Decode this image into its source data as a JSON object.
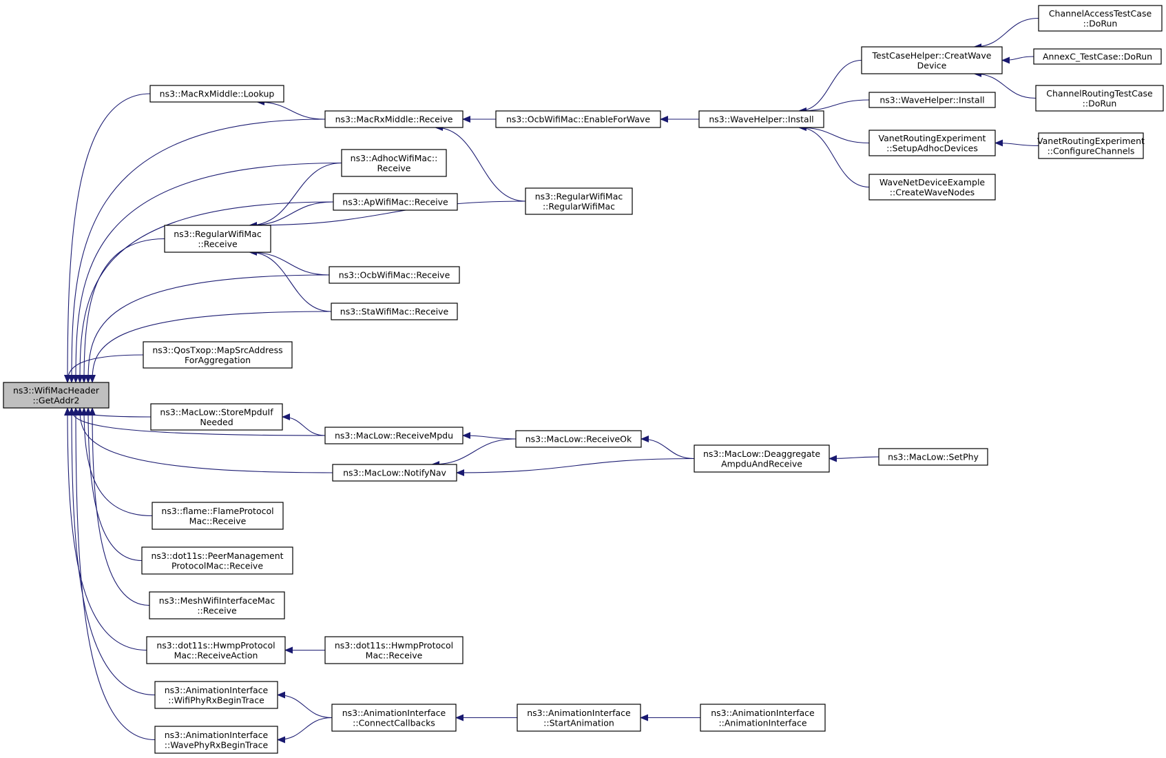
{
  "colors": {
    "edge": "#191970",
    "root_fill": "#bfbfbf",
    "node_fill": "#ffffff",
    "node_border": "#000000"
  },
  "nodes": {
    "root": [
      "ns3::WifiMacHeader",
      "::GetAddr2"
    ],
    "lookup": [
      "ns3::MacRxMiddle::Lookup"
    ],
    "rxm_receive": [
      "ns3::MacRxMiddle::Receive"
    ],
    "ocb_enable": [
      "ns3::OcbWifiMac::EnableForWave"
    ],
    "wave_install_a": [
      "ns3::WaveHelper::Install"
    ],
    "creat_wave": [
      "TestCaseHelper::CreatWave",
      "Device"
    ],
    "chan_access": [
      "ChannelAccessTestCase",
      "::DoRun"
    ],
    "annexc": [
      "AnnexC_TestCase::DoRun"
    ],
    "chan_routing": [
      "ChannelRoutingTestCase",
      "::DoRun"
    ],
    "wave_install_b": [
      "ns3::WaveHelper::Install"
    ],
    "vanet_setup": [
      "VanetRoutingExperiment",
      "::SetupAdhocDevices"
    ],
    "vanet_config": [
      "VanetRoutingExperiment",
      "::ConfigureChannels"
    ],
    "wave_create": [
      "WaveNetDeviceExample",
      "::CreateWaveNodes"
    ],
    "adhoc_receive": [
      "ns3::AdhocWifiMac::",
      "Receive"
    ],
    "ap_receive": [
      "ns3::ApWifiMac::Receive"
    ],
    "regular_ctor": [
      "ns3::RegularWifiMac",
      "::RegularWifiMac"
    ],
    "regular_receive": [
      "ns3::RegularWifiMac",
      "::Receive"
    ],
    "ocb_receive": [
      "ns3::OcbWifiMac::Receive"
    ],
    "sta_receive": [
      "ns3::StaWifiMac::Receive"
    ],
    "qos_map": [
      "ns3::QosTxop::MapSrcAddress",
      "ForAggregation"
    ],
    "store_mpdu": [
      "ns3::MacLow::StoreMpduIf",
      "Needed"
    ],
    "receive_mpdu": [
      "ns3::MacLow::ReceiveMpdu"
    ],
    "receive_ok": [
      "ns3::MacLow::ReceiveOk"
    ],
    "deaggregate": [
      "ns3::MacLow::Deaggregate",
      "AmpduAndReceive"
    ],
    "setphy": [
      "ns3::MacLow::SetPhy"
    ],
    "notify_nav": [
      "ns3::MacLow::NotifyNav"
    ],
    "flame": [
      "ns3::flame::FlameProtocol",
      "Mac::Receive"
    ],
    "peer_mgmt": [
      "ns3::dot11s::PeerManagement",
      "ProtocolMac::Receive"
    ],
    "mesh_iface": [
      "ns3::MeshWifiInterfaceMac",
      "::Receive"
    ],
    "hwmp_action": [
      "ns3::dot11s::HwmpProtocol",
      "Mac::ReceiveAction"
    ],
    "hwmp_receive": [
      "ns3::dot11s::HwmpProtocol",
      "Mac::Receive"
    ],
    "anim_wifi": [
      "ns3::AnimationInterface",
      "::WifiPhyRxBeginTrace"
    ],
    "anim_wave": [
      "ns3::AnimationInterface",
      "::WavePhyRxBeginTrace"
    ],
    "anim_connect": [
      "ns3::AnimationInterface",
      "::ConnectCallbacks"
    ],
    "anim_start": [
      "ns3::AnimationInterface",
      "::StartAnimation"
    ],
    "anim_ctor": [
      "ns3::AnimationInterface",
      "::AnimationInterface"
    ]
  },
  "edges": [
    [
      "lookup",
      "root"
    ],
    [
      "rxm_receive",
      "root"
    ],
    [
      "adhoc_receive",
      "root"
    ],
    [
      "ap_receive",
      "root"
    ],
    [
      "regular_receive",
      "root"
    ],
    [
      "ocb_receive",
      "root"
    ],
    [
      "sta_receive",
      "root"
    ],
    [
      "qos_map",
      "root"
    ],
    [
      "receive_mpdu",
      "root"
    ],
    [
      "store_mpdu",
      "root"
    ],
    [
      "notify_nav",
      "root"
    ],
    [
      "flame",
      "root"
    ],
    [
      "peer_mgmt",
      "root"
    ],
    [
      "mesh_iface",
      "root"
    ],
    [
      "hwmp_action",
      "root"
    ],
    [
      "anim_wifi",
      "root"
    ],
    [
      "anim_wave",
      "root"
    ],
    [
      "rxm_receive",
      "lookup"
    ],
    [
      "ocb_enable",
      "rxm_receive"
    ],
    [
      "regular_ctor",
      "rxm_receive"
    ],
    [
      "wave_install_a",
      "ocb_enable"
    ],
    [
      "creat_wave",
      "wave_install_a"
    ],
    [
      "wave_install_b",
      "wave_install_a"
    ],
    [
      "vanet_setup",
      "wave_install_a"
    ],
    [
      "wave_create",
      "wave_install_a"
    ],
    [
      "chan_access",
      "creat_wave"
    ],
    [
      "annexc",
      "creat_wave"
    ],
    [
      "chan_routing",
      "creat_wave"
    ],
    [
      "vanet_config",
      "vanet_setup"
    ],
    [
      "adhoc_receive",
      "regular_receive"
    ],
    [
      "ap_receive",
      "regular_receive"
    ],
    [
      "regular_ctor",
      "regular_receive"
    ],
    [
      "ocb_receive",
      "regular_receive"
    ],
    [
      "sta_receive",
      "regular_receive"
    ],
    [
      "receive_mpdu",
      "store_mpdu"
    ],
    [
      "receive_ok",
      "receive_mpdu"
    ],
    [
      "deaggregate",
      "receive_ok"
    ],
    [
      "setphy",
      "deaggregate"
    ],
    [
      "receive_ok",
      "notify_nav"
    ],
    [
      "deaggregate",
      "notify_nav"
    ],
    [
      "hwmp_receive",
      "hwmp_action"
    ],
    [
      "anim_connect",
      "anim_wifi"
    ],
    [
      "anim_connect",
      "anim_wave"
    ],
    [
      "anim_start",
      "anim_connect"
    ],
    [
      "anim_ctor",
      "anim_start"
    ]
  ]
}
